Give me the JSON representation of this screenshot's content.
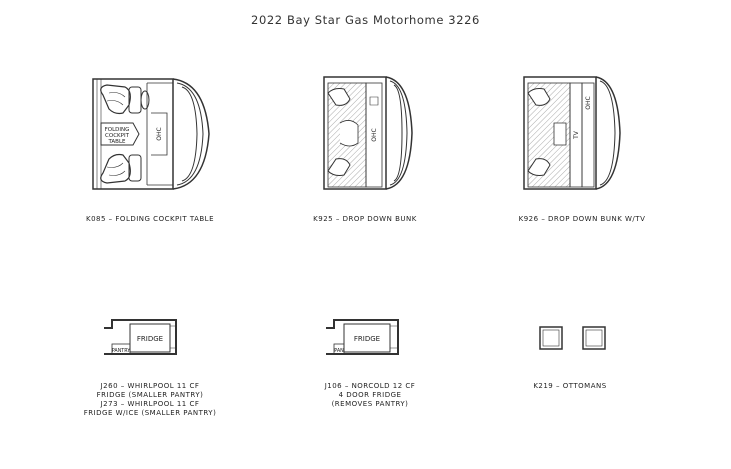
{
  "title": "2022 Bay Star Gas Motorhome 3226",
  "options": [
    {
      "code_label": "K085 – FOLDING COCKPIT TABLE",
      "inner_labels": {
        "table_line1": "FOLDING",
        "table_line2": "COCKPIT",
        "table_line3": "TABLE",
        "ohc": "OHC"
      }
    },
    {
      "code_label": "K925 – DROP DOWN BUNK",
      "inner_labels": {
        "ohc": "OHC"
      }
    },
    {
      "code_label": "K926 – DROP DOWN BUNK W/TV",
      "inner_labels": {
        "ohc": "OHC",
        "tv": "TV"
      }
    },
    {
      "code_label_line1": "J260 – WHIRLPOOL 11 CF",
      "code_label_line2": "FRIDGE (SMALLER PANTRY)",
      "code_label_line3": "J273 – WHIRLPOOL 11 CF",
      "code_label_line4": "FRIDGE W/ICE (SMALLER PANTRY)",
      "inner_labels": {
        "fridge": "FRIDGE",
        "pantry": "PANTRY"
      }
    },
    {
      "code_label_line1": "J106 – NORCOLD 12 CF",
      "code_label_line2": "4 DOOR FRIDGE",
      "code_label_line3": "(REMOVES PANTRY)",
      "inner_labels": {
        "fridge": "FRIDGE",
        "pantry": "PAN"
      }
    },
    {
      "code_label": "K219 – OTTOMANS"
    }
  ]
}
